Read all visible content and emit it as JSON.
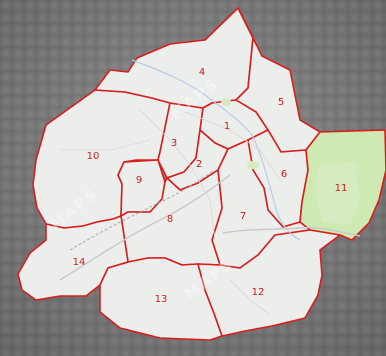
{
  "colors": {
    "background": "#7d7d7d",
    "district_fill": "#eceeec",
    "boundary": "#d71e1e",
    "label": "#d11a1a",
    "park": "#cfe9b2"
  },
  "districts": [
    {
      "id": "1",
      "label": "1"
    },
    {
      "id": "2",
      "label": "2"
    },
    {
      "id": "3",
      "label": "3"
    },
    {
      "id": "4",
      "label": "4"
    },
    {
      "id": "5",
      "label": "5"
    },
    {
      "id": "6",
      "label": "6"
    },
    {
      "id": "7",
      "label": "7"
    },
    {
      "id": "8",
      "label": "8"
    },
    {
      "id": "9",
      "label": "9"
    },
    {
      "id": "10",
      "label": "10"
    },
    {
      "id": "11",
      "label": "11"
    },
    {
      "id": "12",
      "label": "12"
    },
    {
      "id": "13",
      "label": "13"
    },
    {
      "id": "14",
      "label": "14"
    }
  ]
}
